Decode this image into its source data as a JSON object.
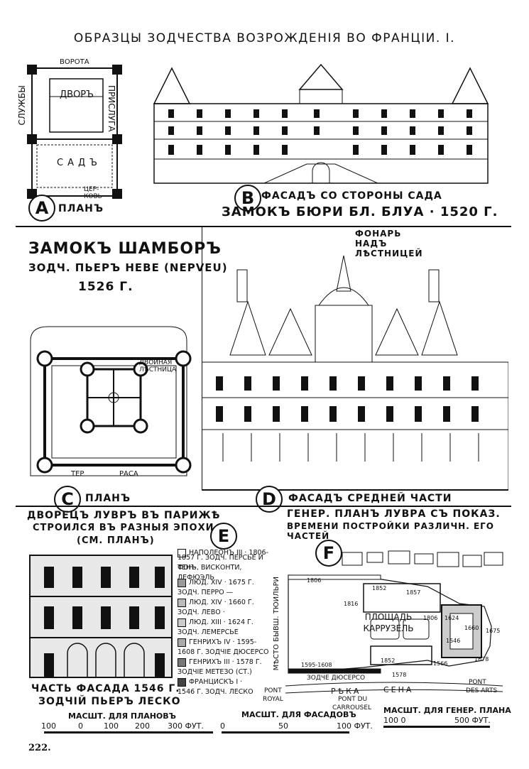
{
  "page_title": "ОБРАЗЦЫ ЗОДЧЕСТВА ВОЗРОЖДЕНІЯ ВО ФРАНЦІИ. І.",
  "sectionA": {
    "letter": "A",
    "caption": "ПЛАНЪ",
    "labels": {
      "top": "ВОРОТА",
      "left": "СЛУЖБЫ",
      "right": "ПРИСЛУГА",
      "court": "ДВОРЪ",
      "garden": "САДЪ",
      "church": "ЦЕР-КОВЬ"
    }
  },
  "sectionB": {
    "letter": "B",
    "caption1": "ФАСАДЪ СО СТОРОНЫ САДА",
    "caption2": "ЗАМОКЪ БЮРИ БЛ. БЛУА · 1520 Г."
  },
  "sectionC": {
    "title1": "ЗАМОКЪ ШАМБОРЪ",
    "title2": "ЗОДЧ. ПЬЕРЪ НЕВЕ (NEPVEU)",
    "title3": "1526 Г.",
    "stair_label": "ДВОЙНАЯ ЛѢСТНИЦА",
    "terrace1": "ТЕР",
    "terrace2": "РАСА",
    "letter": "C",
    "caption": "ПЛАНЪ"
  },
  "sectionD": {
    "lantern_label": "ФОНАРЬ НАДЪ ЛѢСТНИЦЕЙ",
    "letter": "D",
    "caption": "ФАСАДЪ СРЕДНЕЙ ЧАСТИ"
  },
  "sectionE": {
    "title1": "ДВОРЕЦЪ ЛУВРЪ ВЪ ПАРИЖѢ",
    "title2": "СТРОИЛСЯ ВЪ РАЗНЫЯ ЭПОХИ",
    "title3": "(СМ. ПЛАНЪ)",
    "letter": "E",
    "caption1": "ЧАСТЬ ФАСАДА 1546 Г.",
    "caption2": "ЗОДЧІЙ ПЬЕРЪ ЛЕСКО",
    "legend": [
      "НАПОЛЕОНЪ III · 1806-",
      "1857 Г. ЗОДЧ. ПЕРСЬЕ И ФОН-",
      "ТЕНЪ, ВИСКОНТИ, ЛЕФЮЭЛЬ",
      "ЛЮД. XIV · 1675 Г.",
      "ЗОДЧ. ПЕРРО —",
      "ЛЮД. XIV · 1660 Г.",
      "ЗОДЧ. ЛЕВО ·",
      "ЛЮД. XIII · 1624 Г.",
      "ЗОДЧ. ЛЕМЕРСЬЕ",
      "ГЕНРИХЪ IV · 1595-",
      "1608 Г. ЗОДЧІЕ ДЮСЕРСО",
      "ГЕНРИХЪ III · 1578 Г.",
      "ЗОДЧІЕ МЕТЕЗО (СТ.)",
      "ФРАНЦИСКЪ I ·",
      "1546 Г. ЗОДЧ. ЛЕСКО"
    ]
  },
  "sectionF": {
    "title1": "ГЕНЕР. ПЛАНЪ ЛУВРА СЪ ПОКАЗ.",
    "title2": "ВРЕМЕНИ ПОСТРОЙКИ РАЗЛИЧН. ЕГО ЧАСТЕЙ",
    "letter": "F",
    "square1": "ПЛОЩАДЬ",
    "square2": "КАРРУЗЕЛЬ",
    "tuileries": "МѢСТО БЫВШ. ТЮИЛЬРИ",
    "river": "РѢКА",
    "seine": "СЕНА",
    "pont_royal1": "PONT",
    "pont_royal2": "ROYAL",
    "pont_car1": "PONT DU",
    "pont_car2": "CARROUSEL",
    "pont_arts1": "PONT",
    "pont_arts2": "DES ARTS",
    "years": [
      "1806",
      "1852",
      "1857",
      "1816",
      "1806",
      "1624",
      "1660",
      "1675",
      "1546",
      "1566",
      "1852",
      "1595-1608",
      "1578",
      "1678"
    ],
    "ducerceau": "ЗОДЧЕ ДЮСЕРСО"
  },
  "scales": {
    "plans_label": "МАСШТ. ДЛЯ ПЛАНОВЪ",
    "plans_ticks": [
      "100",
      "0",
      "100",
      "200",
      "300 ФУТ."
    ],
    "facades_label": "МАСШТ. ДЛЯ ФАСАДОВЪ",
    "facades_ticks": [
      "0",
      "50",
      "100 ФУТ."
    ],
    "general_label": "МАСШТ. ДЛЯ ГЕНЕР. ПЛАНА",
    "general_ticks": [
      "100 0",
      "500 ФУТ."
    ]
  },
  "page_number": "222."
}
